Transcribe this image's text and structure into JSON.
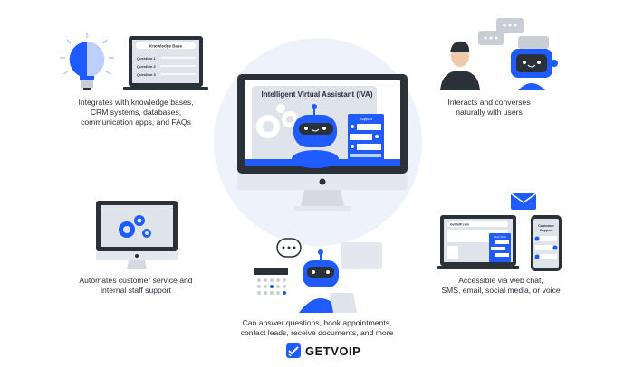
{
  "colors": {
    "accent": "#1f5bff",
    "dark": "#2b3138",
    "light_bg": "#eef3fb",
    "screen_gray": "#dfe3ea"
  },
  "center": {
    "screen_title": "Intelligent Virtual Assistant (IVA)",
    "support_panel": "Support"
  },
  "features": [
    {
      "caption_lines": [
        "Integrates with knowledge bases,",
        "CRM systems, databases,",
        "communication apps, and FAQs"
      ],
      "illustration": {
        "title": "Knowledge Base",
        "items": [
          "Question 1",
          "Question 2",
          "Question 3"
        ]
      }
    },
    {
      "caption_lines": [
        "Interacts and converses",
        "naturally with users"
      ]
    },
    {
      "caption_lines": [
        "Automates customer service and",
        "internal staff support"
      ]
    },
    {
      "caption_lines": [
        "Can answer questions, book appointments,",
        "contact leads, receive documents, and more"
      ]
    },
    {
      "caption_lines": [
        "Accessible via web chat,",
        "SMS, email, social media, or voice"
      ],
      "illustration": {
        "browser_title": "GetVoIP.com",
        "chat_title": "Help Chat",
        "phone_title_lines": [
          "Customer",
          "Support"
        ]
      }
    }
  ],
  "logo": {
    "text": "GETVOIP",
    "icon": "check-badge-icon"
  }
}
